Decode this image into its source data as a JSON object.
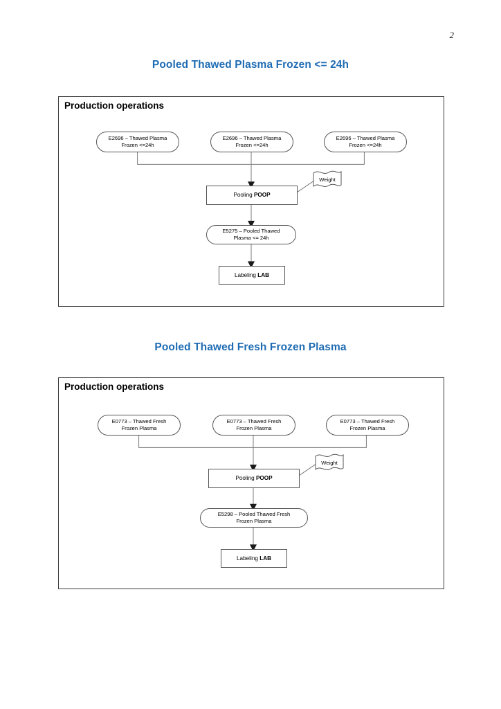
{
  "page": {
    "number": "2"
  },
  "sections": [
    {
      "title": "Pooled Thawed Plasma Frozen <= 24h",
      "frame_label": "Production operations",
      "sources": [
        {
          "line1": "E2696 – Thawed Plasma",
          "line2": "Frozen <=24h"
        },
        {
          "line1": "E2696 – Thawed Plasma",
          "line2": "Frozen <=24h"
        },
        {
          "line1": "E2696 – Thawed Plasma",
          "line2": "Frozen <=24h"
        }
      ],
      "pooling": {
        "text": "Pooling ",
        "code": "POOP"
      },
      "weight_flag": "Weight",
      "product": {
        "line1": "E5275 – Pooled Thawed",
        "line2": "Plasma <= 24h"
      },
      "labeling": {
        "text": "Labeling ",
        "code": "LAB"
      }
    },
    {
      "title": "Pooled Thawed Fresh Frozen Plasma",
      "frame_label": "Production operations",
      "sources": [
        {
          "line1": "E0773 – Thawed Fresh",
          "line2": "Frozen Plasma"
        },
        {
          "line1": "E0773 – Thawed Fresh",
          "line2": "Frozen Plasma"
        },
        {
          "line1": "E0773 – Thawed Fresh",
          "line2": "Frozen Plasma"
        }
      ],
      "pooling": {
        "text": "Pooling ",
        "code": "POOP"
      },
      "weight_flag": "Weight",
      "product": {
        "line1": "E5298 – Pooled Thawed Fresh",
        "line2": "Frozen Plasma"
      },
      "labeling": {
        "text": "Labeling ",
        "code": "LAB"
      }
    }
  ],
  "colors": {
    "title_blue": "#1f6cb4",
    "frame_border": "#3b3b3b",
    "node_border": "#545454",
    "connector": "#7a7a7a"
  }
}
